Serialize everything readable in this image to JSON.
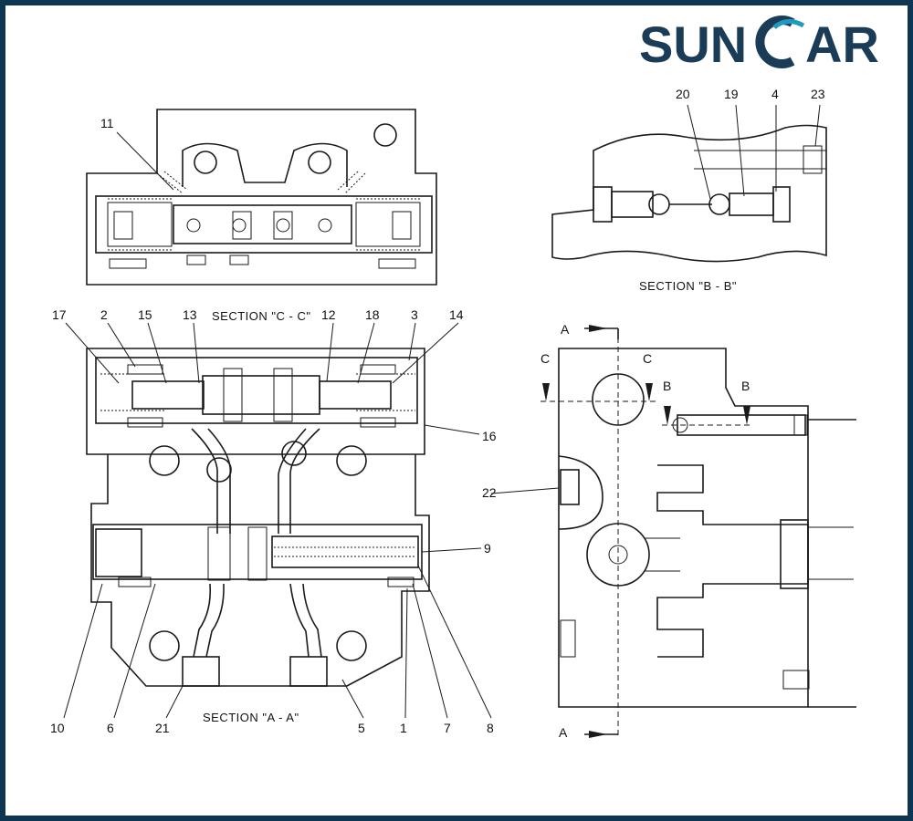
{
  "logo": {
    "text_part1": "SUN",
    "text_part2": "CAR",
    "color_dark": "#1b3c57",
    "color_teal": "#1d9ac0"
  },
  "border_color": "#0e3551",
  "sections": {
    "c_c": "SECTION \"C - C\"",
    "b_b": "SECTION \"B - B\"",
    "a_a": "SECTION \"A - A\""
  },
  "callouts": {
    "n1": "1",
    "n2": "2",
    "n3": "3",
    "n4": "4",
    "n5": "5",
    "n6": "6",
    "n7": "7",
    "n8": "8",
    "n9": "9",
    "n10": "10",
    "n11": "11",
    "n12": "12",
    "n13": "13",
    "n14": "14",
    "n15": "15",
    "n16": "16",
    "n17": "17",
    "n18": "18",
    "n19": "19",
    "n20": "20",
    "n21": "21",
    "n22": "22",
    "n23": "23"
  },
  "section_marks": {
    "a_top": "A",
    "a_bottom": "A",
    "c_left": "C",
    "c_right": "C",
    "b_left": "B",
    "b_right": "B"
  }
}
